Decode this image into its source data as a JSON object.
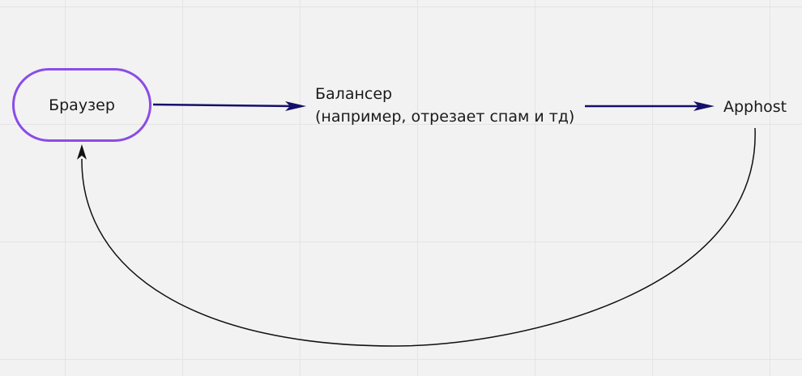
{
  "diagram": {
    "nodes": {
      "browser": {
        "label": "Браузер"
      },
      "balancer": {
        "line1": "Балансер",
        "line2": "(например, отрезает спам и тд)"
      },
      "apphost": {
        "label": "Apphost"
      }
    },
    "edges": [
      {
        "from": "browser",
        "to": "balancer"
      },
      {
        "from": "balancer",
        "to": "apphost"
      },
      {
        "from": "apphost",
        "to": "browser"
      }
    ],
    "colors": {
      "browser_border": "#8a4ce8",
      "edge_color": "#14106a",
      "return_edge_color": "#111111",
      "grid": "#e4e4e4",
      "background": "#f2f2f2"
    }
  }
}
